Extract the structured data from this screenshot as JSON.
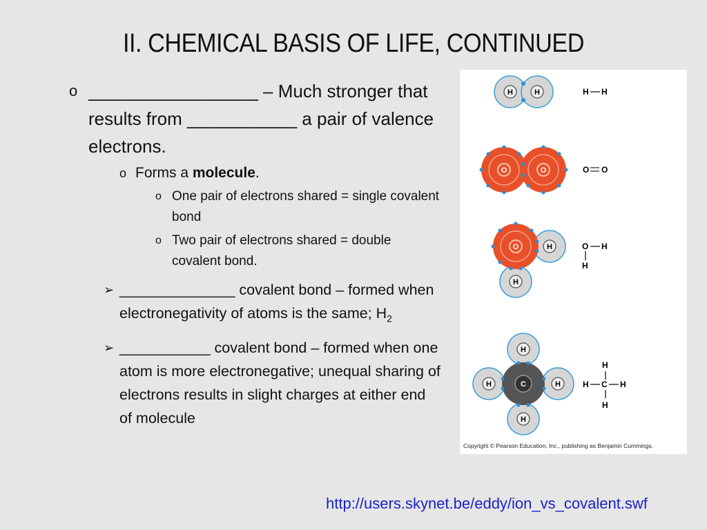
{
  "slide": {
    "title": "II. CHEMICAL BASIS OF LIFE, CONTINUED",
    "bullet_l1_symbol": "o",
    "bullet_l2_symbol": "o",
    "bullet_arrow_symbol": "➢",
    "point1": "_________________ – Much stronger that results from ___________ a pair of valence electrons.",
    "sub1_prefix": "Forms a ",
    "sub1_bold": "molecule",
    "sub1_suffix": ".",
    "sub1a": "One pair of electrons shared = single covalent bond",
    "sub1b": "Two pair of electrons shared = double covalent bond.",
    "arrow1_main": "______________ covalent bond – formed when electronegativity of atoms is the same; H",
    "arrow1_sub": "2",
    "arrow2": "___________ covalent bond – formed when one atom is more electronegative; unequal sharing of electrons results in slight charges at either end of molecule",
    "link": "http://users.skynet.be/eddy/ion_vs_covalent.swf"
  },
  "figure": {
    "copyright": "Copyright © Pearson Education, Inc., publishing as Benjamin Cummings.",
    "atoms": {
      "H": "H",
      "O": "O",
      "C": "C"
    },
    "colors": {
      "h_shell": "#d6d6d6",
      "h_ring": "#3a9fd8",
      "o_shell": "#e8502a",
      "c_shell": "#555555",
      "electron": "#2a8fd6"
    }
  }
}
